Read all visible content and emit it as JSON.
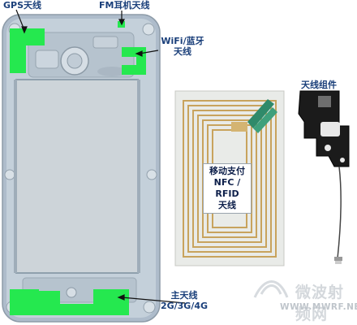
{
  "labels": {
    "gps": "GPS天线",
    "fm": "FM耳机天线",
    "wifi_line1": "WiFi/蓝牙",
    "wifi_line2": "天线",
    "antenna_assembly": "天线组件",
    "main_line1": "主天线",
    "main_line2": "2G/3G/4G"
  },
  "nfc": {
    "line1": "移动支付",
    "line2": "NFC /",
    "line3": "RFID",
    "line4": "天线"
  },
  "watermark": {
    "brand": "微波射频网",
    "url": "WWW.MWRF.NET"
  },
  "colors": {
    "antenna_green": "#25e84f",
    "phone_frame": "#b7c4cf",
    "battery_area": "#cdd4d9",
    "nfc_copper": "#c8a35d",
    "label_blue": "#1a3f7a"
  }
}
